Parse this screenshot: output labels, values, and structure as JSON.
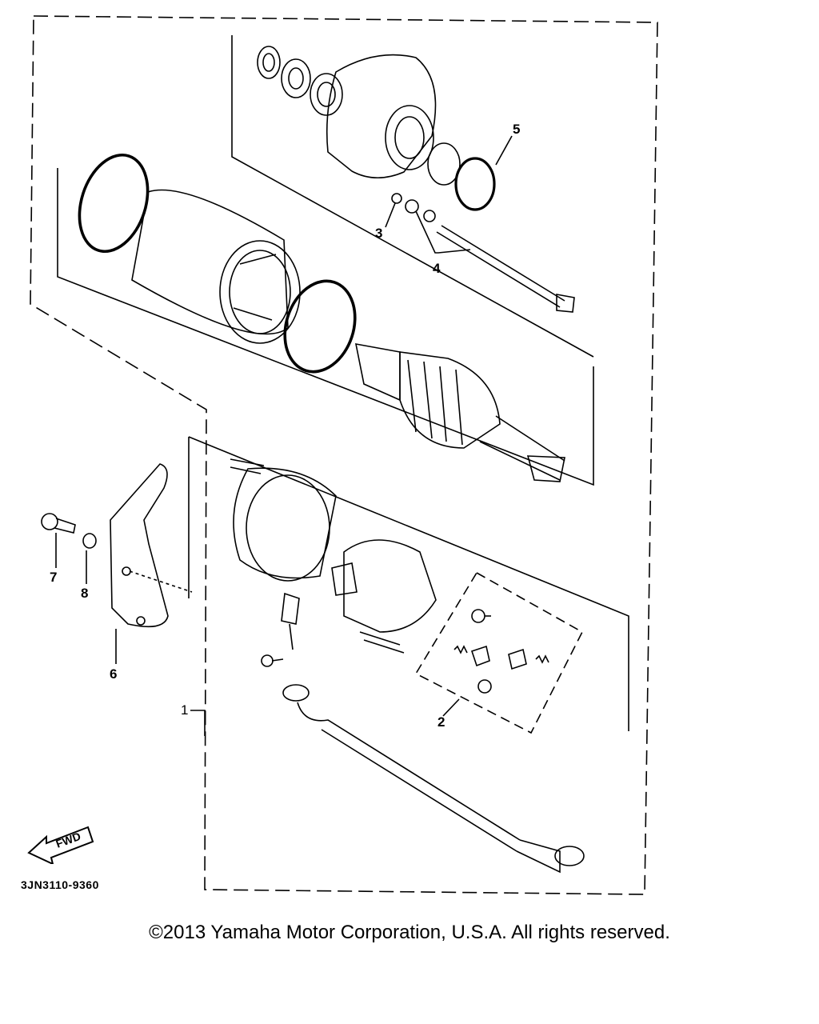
{
  "callouts": {
    "c1": "1",
    "c2": "2",
    "c3": "3",
    "c4": "4",
    "c5": "5",
    "c6": "6",
    "c7": "7",
    "c8": "8"
  },
  "fwd_label": "FWD",
  "diagram_code": "3JN3110-9360",
  "copyright": "©2013 Yamaha Motor Corporation, U.S.A. All rights reserved."
}
